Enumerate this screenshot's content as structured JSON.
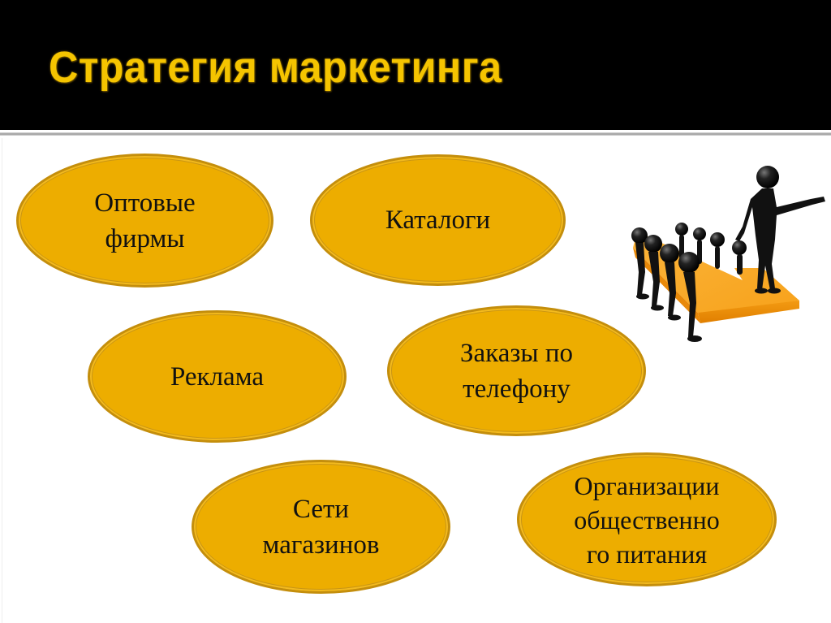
{
  "slide": {
    "title": "Стратегия маркетинга",
    "colors": {
      "header_bg": "#000000",
      "title_color": "#F5C400",
      "ellipse_fill": "#EDAD00",
      "ellipse_border": "#C48E0C",
      "arrow_color": "#F7A21B",
      "figure_color": "#111111"
    },
    "ellipses": [
      {
        "label": "Оптовые\nфирмы"
      },
      {
        "label": "Каталоги"
      },
      {
        "label": "Реклама"
      },
      {
        "label": "Заказы по\nтелефону"
      },
      {
        "label": "Сети\nмагазинов"
      },
      {
        "label": "Организации\nобщественно\nго питания"
      }
    ],
    "illustration": {
      "icon": "leader-pointing-with-team-on-arrow-icon"
    }
  }
}
